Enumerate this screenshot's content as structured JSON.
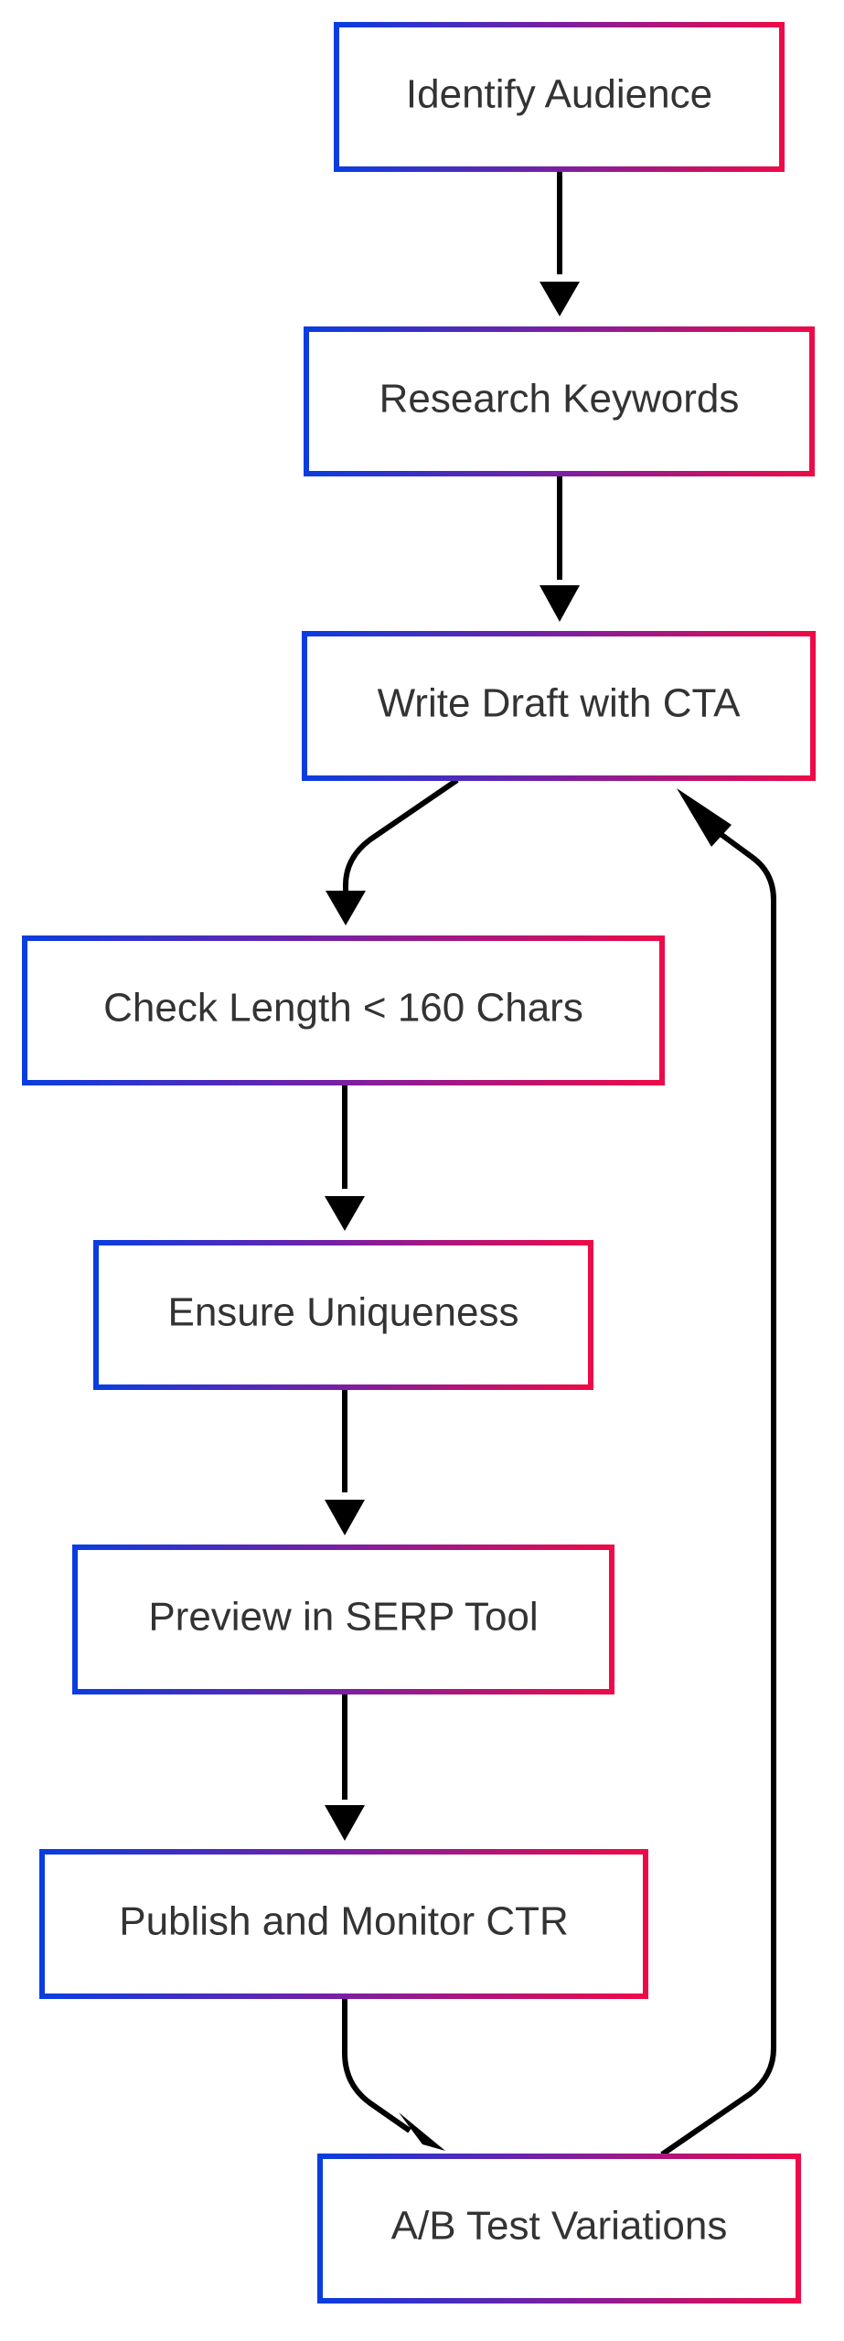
{
  "diagram": {
    "colors": {
      "border_start": "#0a3de0",
      "border_mid": "#7b1fa2",
      "border_end": "#ee0a48",
      "arrow": "#000000",
      "text": "#333333",
      "background": "#ffffff"
    },
    "nodes": [
      {
        "id": "identify-audience",
        "label": "Identify Audience"
      },
      {
        "id": "research-keywords",
        "label": "Research Keywords"
      },
      {
        "id": "write-draft",
        "label": "Write Draft with CTA"
      },
      {
        "id": "check-length",
        "label": "Check Length < 160 Chars"
      },
      {
        "id": "ensure-uniqueness",
        "label": "Ensure Uniqueness"
      },
      {
        "id": "preview-serp",
        "label": "Preview in SERP Tool"
      },
      {
        "id": "publish-monitor",
        "label": "Publish and Monitor CTR"
      },
      {
        "id": "ab-test",
        "label": "A/B Test Variations"
      }
    ],
    "edges": [
      {
        "from": "identify-audience",
        "to": "research-keywords"
      },
      {
        "from": "research-keywords",
        "to": "write-draft"
      },
      {
        "from": "write-draft",
        "to": "check-length"
      },
      {
        "from": "check-length",
        "to": "ensure-uniqueness"
      },
      {
        "from": "ensure-uniqueness",
        "to": "preview-serp"
      },
      {
        "from": "preview-serp",
        "to": "publish-monitor"
      },
      {
        "from": "publish-monitor",
        "to": "ab-test"
      },
      {
        "from": "ab-test",
        "to": "write-draft"
      }
    ]
  }
}
